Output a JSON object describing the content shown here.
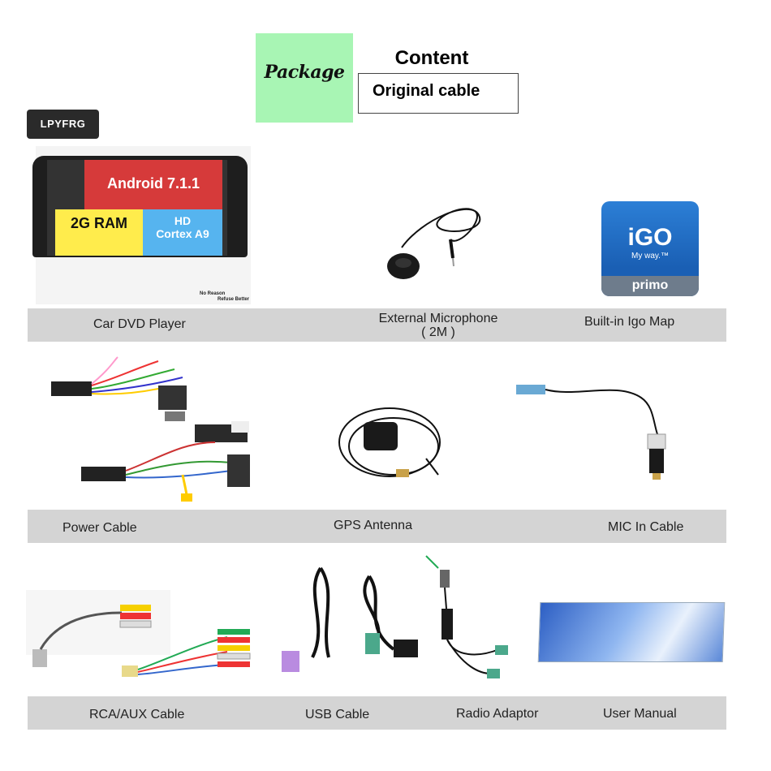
{
  "header": {
    "package_label": "Package",
    "content_label": "Content",
    "original_cable": "Original cable",
    "brand": "LPYFRG"
  },
  "dvd_player": {
    "android": "Android 7.1.1",
    "ram": "2G RAM",
    "cpu_line1": "HD",
    "cpu_line2": "Cortex A9",
    "tiny_line1": "No Reason",
    "tiny_line2": "Refuse Better"
  },
  "igo": {
    "logo": "iGO",
    "tagline": "My way.™",
    "edition": "primo"
  },
  "rows": [
    {
      "items": [
        "Car DVD Player",
        "External Microphone\n( 2M )",
        "Built-in Igo Map"
      ]
    },
    {
      "items": [
        "Power Cable",
        "GPS Antenna",
        "MIC In Cable"
      ]
    },
    {
      "items": [
        "RCA/AUX Cable",
        "USB Cable",
        "Radio Adaptor",
        "User Manual"
      ]
    }
  ],
  "labels": {
    "car_dvd": "Car DVD Player",
    "ext_mic_1": "External Microphone",
    "ext_mic_2": "( 2M )",
    "igo_map": "Built-in Igo Map",
    "power_cable": "Power Cable",
    "gps": "GPS Antenna",
    "mic_in": "MIC In Cable",
    "rca": "RCA/AUX Cable",
    "usb": "USB Cable",
    "radio": "Radio Adaptor",
    "manual": "User Manual"
  },
  "colors": {
    "package_bg": "#a8f5b4",
    "bar_bg": "#d4d4d4",
    "android_red": "#d63a3a",
    "ram_yellow": "#ffec4c",
    "cpu_blue": "#56b4ef",
    "igo_blue": "#1a5fb4"
  }
}
